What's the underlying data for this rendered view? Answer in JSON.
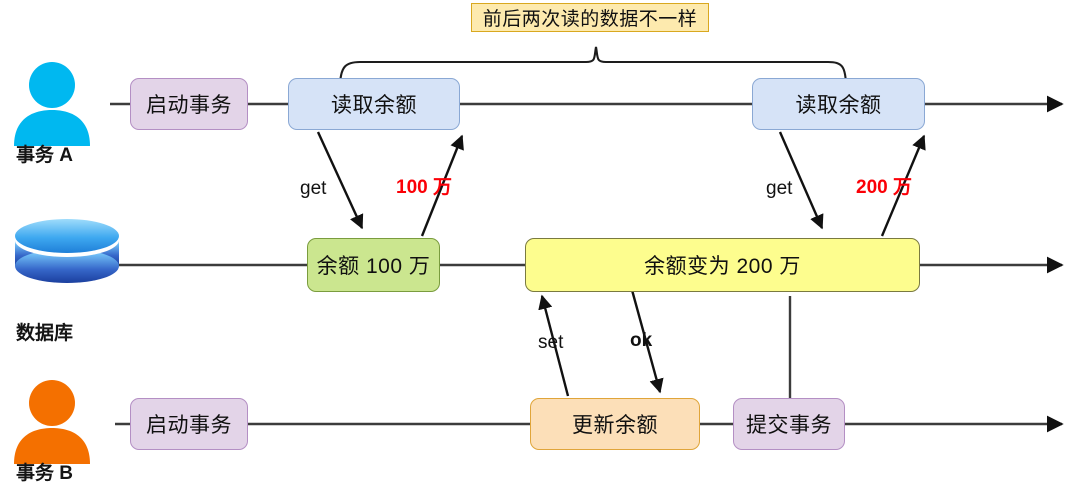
{
  "diagram": {
    "title_banner": "前后两次读的数据不一样",
    "lanes": [
      {
        "id": "transaction-a",
        "label": "事务 A",
        "actor_icon": "person-icon",
        "actor_color": "#00b8f0"
      },
      {
        "id": "database",
        "label": "数据库",
        "actor_icon": "database-cylinder-icon",
        "actor_color": "#2c5fd0"
      },
      {
        "id": "transaction-b",
        "label": "事务 B",
        "actor_icon": "person-icon",
        "actor_color": "#f47000"
      }
    ],
    "nodes": {
      "a_begin": "启动事务",
      "a_read1": "读取余额",
      "a_read2": "读取余额",
      "db_balance_initial": "余额 100 万",
      "db_balance_updated": "余额变为 200 万",
      "b_begin": "启动事务",
      "b_update": "更新余额",
      "b_commit": "提交事务"
    },
    "edge_labels": {
      "get1": "get",
      "value1": "100 万",
      "get2": "get",
      "value2": "200 万",
      "set": "set",
      "ok": "ok"
    },
    "colors": {
      "banner_fill": "#fdeaae",
      "banner_stroke": "#d9a81f",
      "purple_fill": "#e3d4e8",
      "blue_fill": "#d6e3f7",
      "green_fill": "#cbe68f",
      "yellow_fill": "#fdfd8e",
      "orange_fill": "#fcdfb8",
      "red_text": "#fb0007",
      "line": "#3c3c3c",
      "actor_a": "#00b8f0",
      "actor_b": "#f47000"
    }
  }
}
